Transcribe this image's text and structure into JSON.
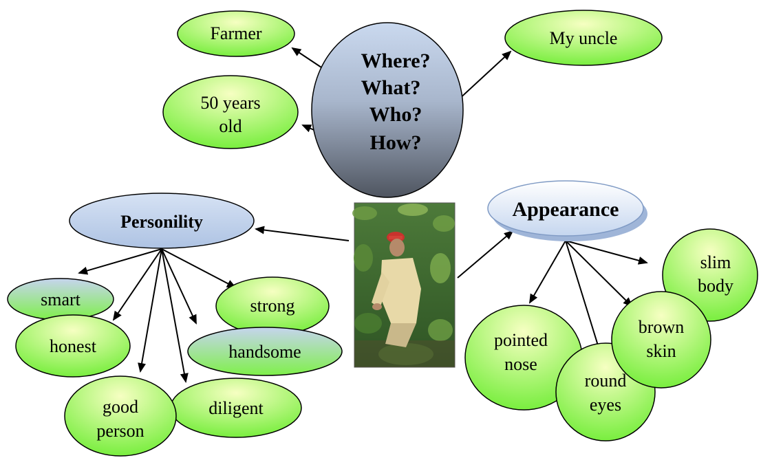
{
  "center": {
    "questions": [
      "Where?",
      "What?",
      "Who?",
      "How?"
    ]
  },
  "top_nodes": {
    "farmer": "Farmer",
    "uncle": "My uncle",
    "age": [
      "50 years",
      "old"
    ]
  },
  "personality": {
    "title": "Personility",
    "traits": {
      "smart": "smart",
      "honest": "honest",
      "good": [
        "good",
        "person"
      ],
      "diligent": "diligent",
      "strong": "strong",
      "handsome": "handsome"
    }
  },
  "appearance": {
    "title": "Appearance",
    "traits": {
      "slim": [
        "slim",
        "body"
      ],
      "brown": [
        "brown",
        "skin"
      ],
      "pointed": [
        "pointed",
        "nose"
      ],
      "round": [
        "round",
        "eyes"
      ]
    }
  },
  "photo": {
    "description_icon": "farmer-photo"
  },
  "colors": {
    "node_green_light": "#f2ffb0",
    "node_green": "#7ff04a",
    "node_blue": "#c8d8ef",
    "center_gradient_top": "#c5d4ea",
    "center_gradient_bottom": "#5b6370"
  }
}
